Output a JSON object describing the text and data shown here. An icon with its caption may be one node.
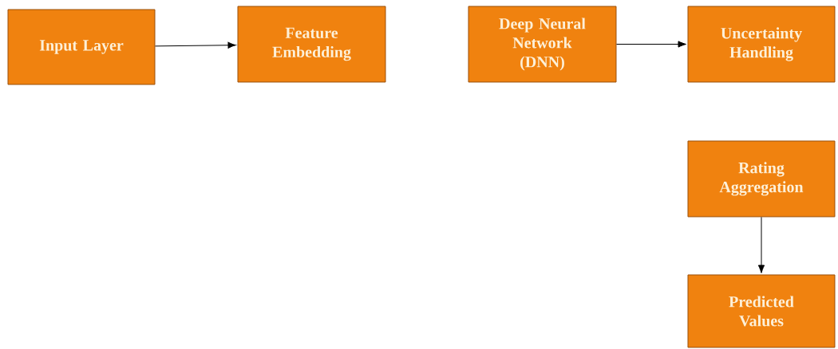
{
  "diagram": {
    "nodes": [
      {
        "text": [
          "Input Layer"
        ]
      },
      {
        "text": [
          "Feature Embedding"
        ]
      },
      {
        "text": [
          "Deep Neural Network (DNN)"
        ]
      },
      {
        "text": [
          "Uncertainty Handling"
        ]
      },
      {
        "text": [
          "Rating Aggregation"
        ]
      },
      {
        "text": [
          "Predicted Values"
        ]
      }
    ],
    "edges": [
      {
        "from": 0,
        "to": 1,
        "arrow": "to"
      },
      {
        "from": 2,
        "to": 3,
        "arrow": "to"
      },
      {
        "from": 4,
        "to": 5,
        "arrow": "to"
      }
    ]
  }
}
